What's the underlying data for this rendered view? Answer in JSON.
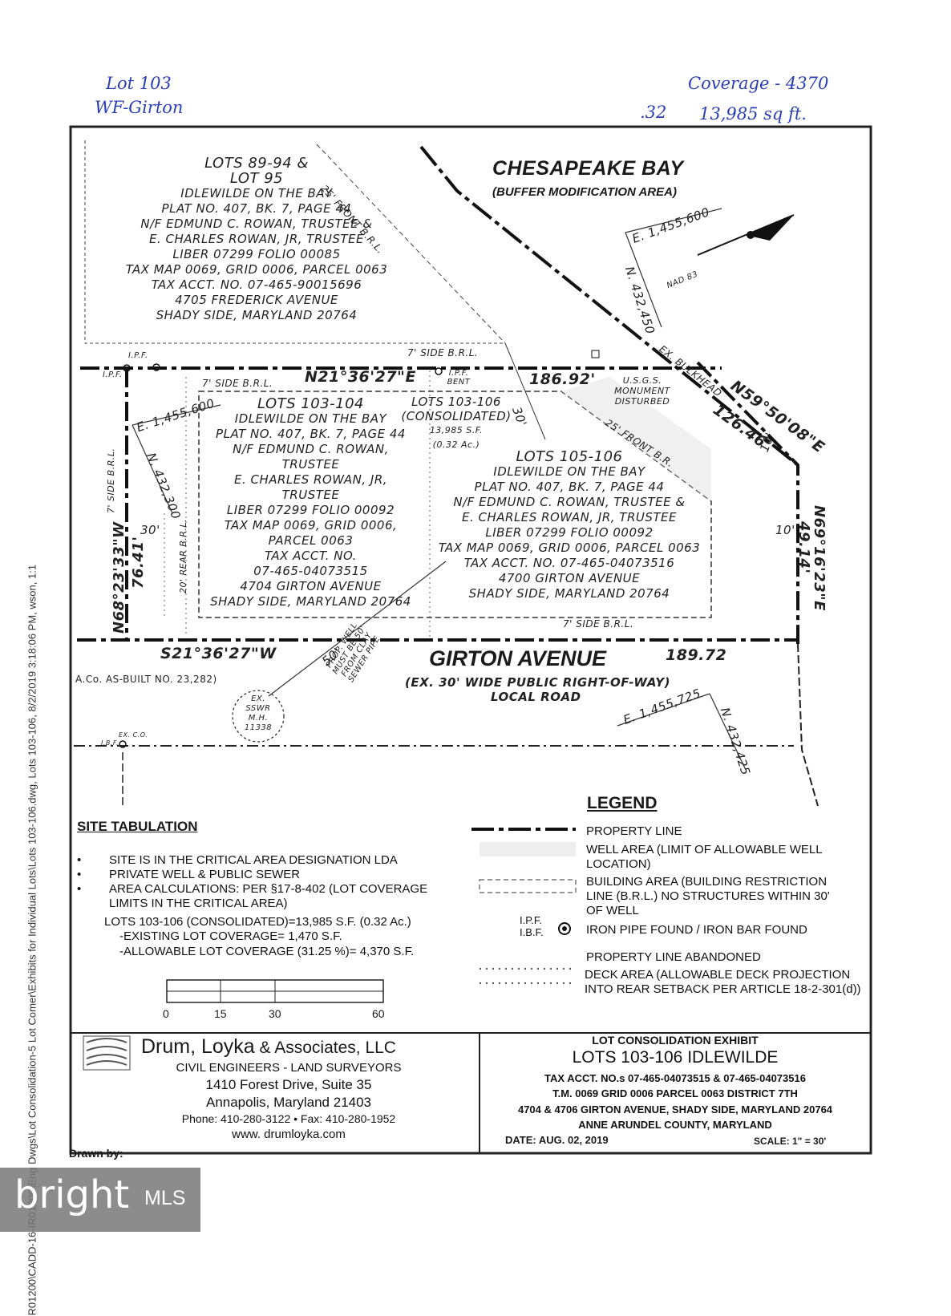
{
  "handwritten": {
    "left_line1": "Lot 103",
    "left_line2": "WF-Girton",
    "right_line1": "Coverage - 4370",
    "right_prefix": ".32",
    "right_line2": "13,985 sq ft."
  },
  "side_stamp": "R01200\\CADD-16-IR01200\\Eng Dwgs\\Lot Consolidation-5 Lot Comer\\Exhibits for Individual Lots\\Lots 103-106.dwg, Lots 103-106, 8/2/2019 3:18:06 PM, wson, 1:1",
  "plat": {
    "bay_title": "CHESAPEAKE BAY",
    "bay_sub": "(BUFFER MODIFICATION AREA)",
    "lots_89_95": [
      "LOTS 89-94 &",
      "LOT 95",
      "IDLEWILDE ON THE BAY",
      "PLAT NO. 407, BK. 7, PAGE 44",
      "N/F EDMUND C. ROWAN, TRUSTEE &",
      "E. CHARLES ROWAN, JR, TRUSTEE",
      "LIBER 07299 FOLIO 00085",
      "TAX MAP 0069, GRID 0006, PARCEL 0063",
      "TAX ACCT. NO. 07-465-90015696",
      "4705 FREDERICK AVENUE",
      "SHADY SIDE, MARYLAND 20764"
    ],
    "lots_103_104": [
      "LOTS 103-104",
      "IDLEWILDE ON THE BAY",
      "PLAT NO. 407, BK. 7, PAGE 44",
      "N/F EDMUND C. ROWAN,",
      "TRUSTEE",
      "E. CHARLES ROWAN, JR,",
      "TRUSTEE",
      "LIBER 07299 FOLIO 00092",
      "TAX MAP 0069, GRID 0006,",
      "PARCEL 0063",
      "TAX ACCT. NO.",
      "07-465-04073515",
      "4704 GIRTON AVENUE",
      "SHADY SIDE, MARYLAND 20764"
    ],
    "consolidated": [
      "LOTS 103-106",
      "(CONSOLIDATED)",
      "13,985 S.F.",
      "(0.32 Ac.)"
    ],
    "lots_105_106": [
      "LOTS 105-106",
      "IDLEWILDE ON THE BAY",
      "PLAT NO. 407, BK. 7, PAGE 44",
      "N/F EDMUND C. ROWAN, TRUSTEE &",
      "E. CHARLES ROWAN, JR, TRUSTEE",
      "LIBER 07299 FOLIO 00092",
      "TAX MAP 0069, GRID 0006, PARCEL 0063",
      "TAX ACCT. NO. 07-465-04073516",
      "4700 GIRTON AVENUE",
      "SHADY SIDE, MARYLAND 20764"
    ],
    "front_brl_top": "25' FRONT B.R.L.",
    "front_brl_mid": "25' FRONT B.R.",
    "side_brl_top": "7' SIDE B.R.L.",
    "side_brl_lot": "7' SIDE B.R.L.",
    "side_brl_bottom": "7' SIDE B.R.L.",
    "side_brl_left": "7' SIDE B.R.L.",
    "rear_brl": "20' REAR B.R.L.",
    "ipf_1": "I.P.F.",
    "ipf_2": "I.P.F.",
    "ipf_bent": "I.P.F. BENT",
    "north_bearing": "N21°36'27\"E",
    "north_dist": "186.92'",
    "bay_bearing": "N59°50'08\"E",
    "bay_dist": "126.46'",
    "east_bearing": "N69°16'23\"E",
    "east_dist": "49.14'",
    "west_bearing": "N68°23'33\"W",
    "west_dist": "76.41'",
    "south_bearing": "S21°36'27\"W",
    "south_dist": "189.72",
    "girton_title": "GIRTON AVENUE",
    "girton_sub1": "(EX. 30' WIDE PUBLIC RIGHT-OF-WAY)",
    "girton_sub2": "LOCAL ROAD",
    "usgs": "U.S.G.S. MONUMENT DISTURBED",
    "bulkhead": "EX. BULKHEAD",
    "grid_e_top": "E. 1,455,600",
    "grid_n_top": "N. 432,450",
    "nad": "NAD 83",
    "grid_e_left": "E. 1,455,600",
    "grid_n_left": "N. 432,300",
    "grid_e_bottom": "E. 1,455,725",
    "grid_n_bottom": "N. 432,425",
    "dim_30_top": "30'",
    "dim_30_left": "30'",
    "dim_10_a": "10'",
    "dim_10_b": "10'",
    "dim_50": "50'",
    "well_note": "PROP. WELL MUST BE 50' FROM CLAY SEWER PIPE",
    "as_built": "A.Co. AS-BUILT NO. 23,282)",
    "sswr": [
      "EX.",
      "SSWR",
      "M.H.",
      "11338"
    ],
    "ex_co": "EX. C.O.",
    "ibf": "I.B.F."
  },
  "legend": {
    "title": "LEGEND",
    "items": [
      "PROPERTY LINE",
      "WELL AREA (LIMIT OF ALLOWABLE WELL LOCATION)",
      "BUILDING AREA (BUILDING RESTRICTION LINE (B.R.L.) NO STRUCTURES WITHIN 30' OF WELL",
      "IRON PIPE FOUND / IRON BAR FOUND",
      "PROPERTY LINE ABANDONED",
      "DECK AREA (ALLOWABLE DECK PROJECTION INTO REAR SETBACK PER ARTICLE 18-2-301(d))"
    ],
    "ipf_label": "I.P.F.",
    "ibf_label": "I.B.F."
  },
  "site_tabulation": {
    "title": "SITE TABULATION",
    "bullets": [
      "SITE IS IN THE CRITICAL AREA DESIGNATION LDA",
      "PRIVATE WELL & PUBLIC SEWER",
      "AREA CALCULATIONS: PER §17-8-402 (LOT COVERAGE LIMITS IN THE CRITICAL AREA)"
    ],
    "calc_1": "LOTS 103-106 (CONSOLIDATED)=13,985 S.F. (0.32 Ac.)",
    "calc_2": "-EXISTING LOT COVERAGE= 1,470 S.F.",
    "calc_3": "-ALLOWABLE LOT COVERAGE (31.25 %)= 4,370 S.F."
  },
  "scale_bar": {
    "ticks": [
      "0",
      "15",
      "30",
      "60"
    ]
  },
  "firm": {
    "name": "Drum, Loyka",
    "name_suffix": " & Associates, LLC",
    "sub": "CIVIL ENGINEERS - LAND SURVEYORS",
    "address1": "1410 Forest Drive, Suite 35",
    "address2": "Annapolis, Maryland 21403",
    "phone": "Phone: 410-280-3122 • Fax: 410-280-1952",
    "web": "www. drumloyka.com"
  },
  "title_block": {
    "head": "LOT CONSOLIDATION EXHIBIT",
    "title": "LOTS 103-106 IDLEWILDE",
    "line1": "TAX ACCT. NO.s 07-465-04073515 & 07-465-04073516",
    "line2": "T.M. 0069  GRID 0006  PARCEL 0063  DISTRICT 7TH",
    "line3": "4704 & 4706 GIRTON AVENUE, SHADY SIDE, MARYLAND 20764",
    "line4": "ANNE ARUNDEL COUNTY, MARYLAND",
    "date": "DATE: AUG. 02, 2019",
    "scale": "SCALE: 1\" = 30'"
  },
  "drawn_by": "Drawn by:",
  "watermark": {
    "bright": "bright",
    "mls": "MLS"
  }
}
